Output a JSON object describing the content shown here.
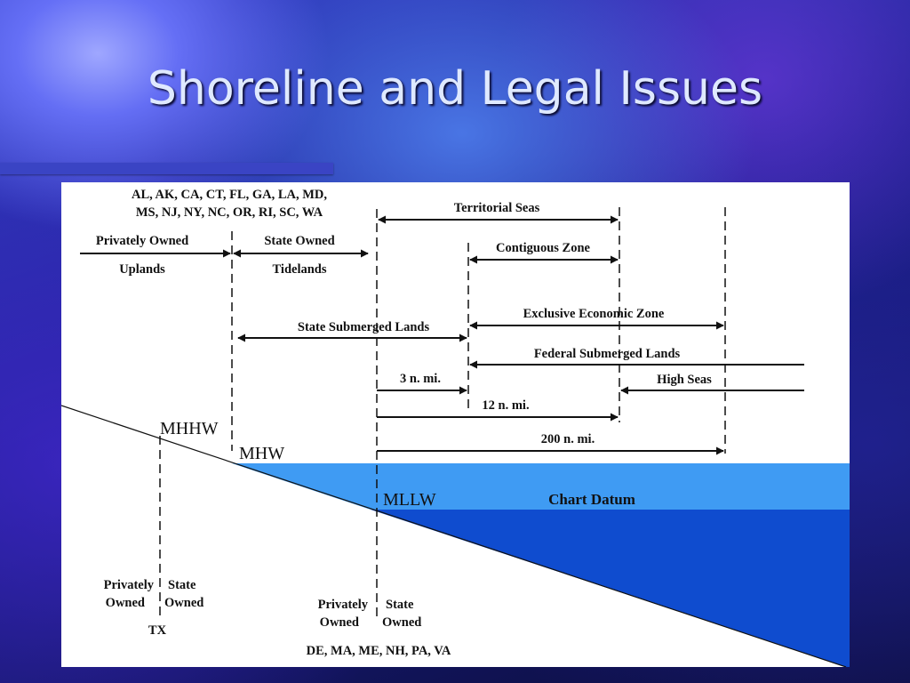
{
  "slide": {
    "title": "Shoreline and Legal Issues"
  },
  "colors": {
    "shallow_water": "#3f9bf3",
    "deep_water": "#0f4ccf",
    "line": "#111111"
  },
  "diagram": {
    "states_top_line1": "AL, AK, CA, CT, FL, GA, LA, MD,",
    "states_top_line2": "MS, NJ, NY, NC, OR, RI, SC, WA",
    "privately_owned_label": "Privately Owned",
    "uplands_label": "Uplands",
    "state_owned_label": "State Owned",
    "tidelands_label": "Tidelands",
    "territorial_seas": "Territorial Seas",
    "contiguous_zone": "Contiguous Zone",
    "exclusive_economic_zone": "Exclusive Economic Zone",
    "state_submerged_lands": "State Submerged Lands",
    "federal_submerged_lands": "Federal Submerged Lands",
    "three_nmi": "3 n. mi.",
    "high_seas": "High Seas",
    "twelve_nmi": "12 n. mi.",
    "two_hundred_nmi": "200 n. mi.",
    "mhhw": "MHHW",
    "mhw": "MHW",
    "mllw": "MLLW",
    "chart_datum": "Chart Datum",
    "tx_privately": "Privately",
    "tx_owned1": "Owned",
    "tx_state": "State",
    "tx_owned2": "Owned",
    "tx_label": "TX",
    "bottom_privately": "Privately",
    "bottom_owned1": "Owned",
    "bottom_state": "State",
    "bottom_owned2": "Owned",
    "bottom_states": "DE, MA, ME, NH, PA, VA"
  }
}
